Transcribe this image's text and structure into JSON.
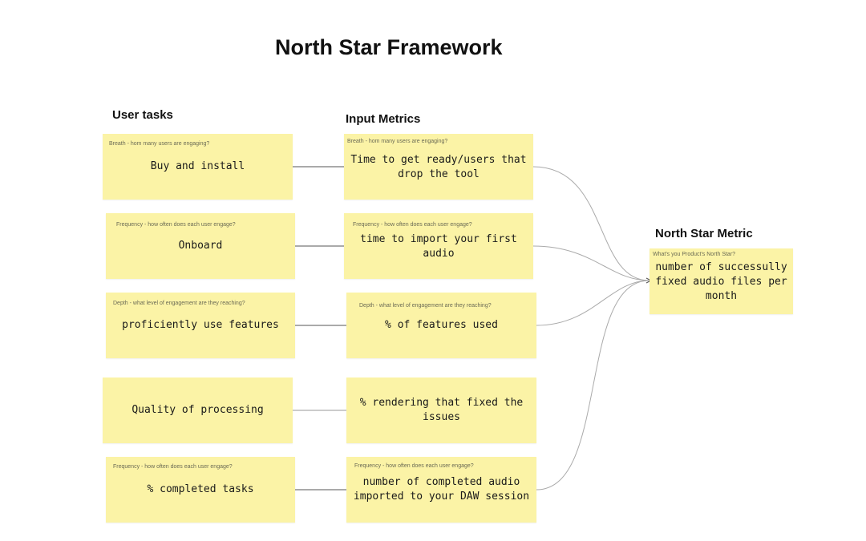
{
  "title": "North Star Framework",
  "headings": {
    "user_tasks": "User tasks",
    "input_metrics": "Input Metrics",
    "north_star": "North Star Metric"
  },
  "tasks": [
    {
      "caption": "Breath - hom many users are engaging?",
      "text": "Buy and install"
    },
    {
      "caption": "Frequency - how often does each user engage?",
      "text": "Onboard"
    },
    {
      "caption": "Depth - what level of engagement are they reaching?",
      "text": "proficiently use features"
    },
    {
      "caption": "",
      "text": "Quality of processing"
    },
    {
      "caption": "Frequency - how often does each user engage?",
      "text": "% completed tasks"
    }
  ],
  "inputs": [
    {
      "caption": "Breath - hom many users are engaging?",
      "text": "Time to get ready/users that drop the tool"
    },
    {
      "caption": "Frequency - how often does each user engage?",
      "text": "time to import your first audio"
    },
    {
      "caption": "Depth - what level of engagement are they reaching?",
      "text": "% of features used"
    },
    {
      "caption": "",
      "text": "% rendering that fixed the issues"
    },
    {
      "caption": "Frequency - how often does each user engage?",
      "text": "number of completed audio imported to your DAW session"
    }
  ],
  "north_star": {
    "caption": "What's you Product's North Star?",
    "text": "number of successully fixed audio files per month"
  },
  "colors": {
    "sticky": "#fbf3a6",
    "line": "#8a8a8a"
  }
}
